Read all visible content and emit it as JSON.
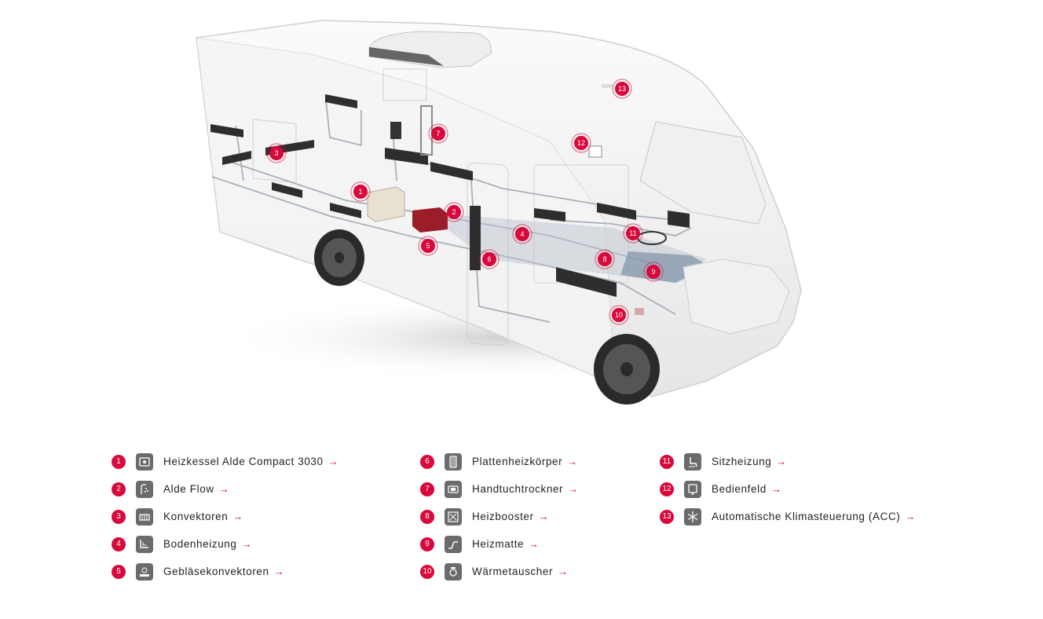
{
  "diagram": {
    "markers": [
      {
        "n": "1"
      },
      {
        "n": "2"
      },
      {
        "n": "3"
      },
      {
        "n": "4"
      },
      {
        "n": "5"
      },
      {
        "n": "6"
      },
      {
        "n": "7"
      },
      {
        "n": "8"
      },
      {
        "n": "9"
      },
      {
        "n": "10"
      },
      {
        "n": "11"
      },
      {
        "n": "12"
      },
      {
        "n": "13"
      }
    ]
  },
  "legend": {
    "arrow": "→",
    "accent_color": "#d9083b",
    "icon_color": "#6b6b6b",
    "items": [
      {
        "n": "1",
        "label": "Heizkessel Alde Compact 3030",
        "icon": "boiler-icon"
      },
      {
        "n": "2",
        "label": "Alde Flow",
        "icon": "shower-icon"
      },
      {
        "n": "3",
        "label": "Konvektoren",
        "icon": "convector-icon"
      },
      {
        "n": "4",
        "label": "Bodenheizung",
        "icon": "floor-heating-icon"
      },
      {
        "n": "5",
        "label": "Gebläsekonvektoren",
        "icon": "fan-convector-icon"
      },
      {
        "n": "6",
        "label": "Plattenheizkörper",
        "icon": "panel-radiator-icon"
      },
      {
        "n": "7",
        "label": "Handtuchtrockner",
        "icon": "towel-dryer-icon"
      },
      {
        "n": "8",
        "label": "Heizbooster",
        "icon": "heat-booster-icon"
      },
      {
        "n": "9",
        "label": "Heizmatte",
        "icon": "heating-mat-icon"
      },
      {
        "n": "10",
        "label": "Wärmetauscher",
        "icon": "heat-exchanger-icon"
      },
      {
        "n": "11",
        "label": "Sitzheizung",
        "icon": "seat-heating-icon"
      },
      {
        "n": "12",
        "label": "Bedienfeld",
        "icon": "control-panel-icon"
      },
      {
        "n": "13",
        "label": "Automatische Klimasteuerung (ACC)",
        "icon": "snowflake-icon"
      }
    ]
  }
}
